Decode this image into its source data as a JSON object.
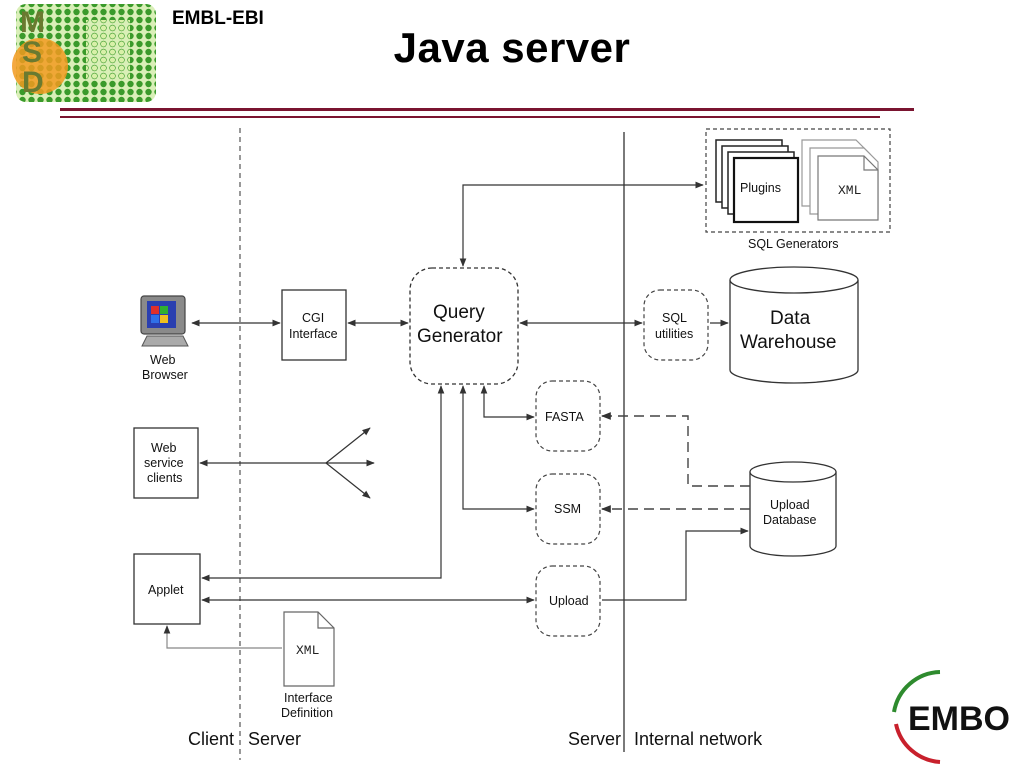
{
  "header": {
    "org": "EMBL-EBI",
    "title": "Java server",
    "msd_logo_letters": [
      "M",
      "S",
      "D"
    ],
    "embo_logo_text": "EMBO"
  },
  "zones": {
    "client": "Client",
    "server_left": "Server",
    "server_right": "Server",
    "internal": "Internal network"
  },
  "nodes": {
    "web_browser": [
      "Web",
      "Browser"
    ],
    "cgi": [
      "CGI",
      "Interface"
    ],
    "query_gen": [
      "Query",
      "Generator"
    ],
    "sql_utils": [
      "SQL",
      "utilities"
    ],
    "data_warehouse": [
      "Data",
      "Warehouse"
    ],
    "plugins": "Plugins",
    "xml_doc": "XML",
    "sql_generators": "SQL Generators",
    "web_service_clients": [
      "Web",
      "service",
      "clients"
    ],
    "fasta": "FASTA",
    "ssm": "SSM",
    "upload": "Upload",
    "upload_db": [
      "Upload",
      "Database"
    ],
    "applet": "Applet",
    "iface_xml": "XML",
    "iface_def": [
      "Interface",
      "Definition"
    ]
  },
  "colors": {
    "rule": "#7a1430",
    "line": "#333333",
    "msd_green": "#3a9a2a",
    "msd_orange": "#f29a20",
    "embo_green": "#2e8b2e",
    "embo_red": "#c8202c"
  }
}
